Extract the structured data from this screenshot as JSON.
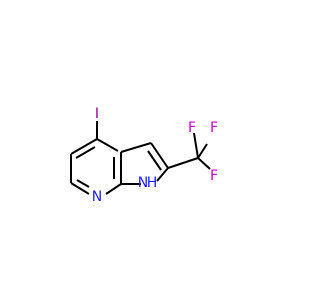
{
  "molecule": {
    "atoms": {
      "iodine": "I",
      "pyridine_n": "N",
      "pyrrole_n": "N",
      "pyrrole_h": "H",
      "fluorine_top_left": "F",
      "fluorine_top_right": "F",
      "fluorine_right": "F"
    }
  },
  "colors": {
    "bond": "#000000",
    "nitrogen": "#2020ff",
    "iodine": "#990099",
    "fluorine": "#cc00cc",
    "background": "#ffffff"
  }
}
